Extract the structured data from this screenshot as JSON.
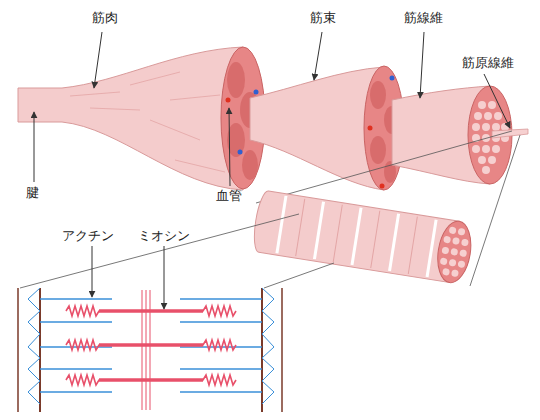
{
  "diagram": {
    "labels": [
      "筋肉",
      "筋束",
      "筋線維",
      "筋原線維",
      "腱",
      "血管",
      "アクチン",
      "ミオシン"
    ]
  }
}
